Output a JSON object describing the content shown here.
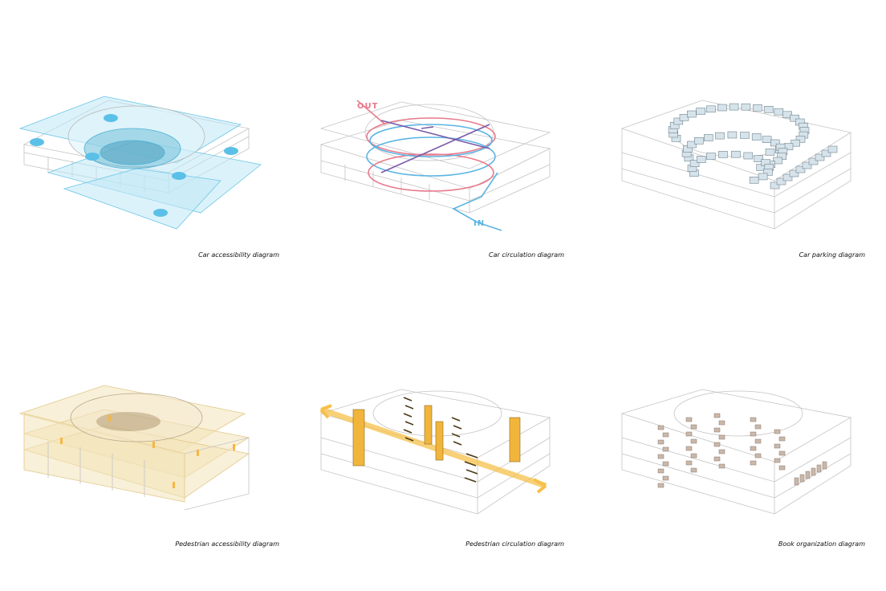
{
  "panels": [
    {
      "id": "car-accessibility",
      "caption": "Car accessibility diagram",
      "accent": "#5bc0e8"
    },
    {
      "id": "car-circulation",
      "caption": "Car circulation diagram",
      "accent_in": "#5bb4e4",
      "accent_out": "#e8798a",
      "accent_ramp": "#7a5ba8",
      "label_out": "OUT",
      "label_in": "IN"
    },
    {
      "id": "car-parking",
      "caption": "Car parking diagram",
      "accent": "#9ab8c8"
    },
    {
      "id": "pedestrian-accessibility",
      "caption": "Pedestrian accessibility diagram",
      "accent": "#f0d9a0"
    },
    {
      "id": "pedestrian-circulation",
      "caption": "Pedestrian circulation diagram",
      "accent": "#f6c04a"
    },
    {
      "id": "book-organization",
      "caption": "Book organization diagram",
      "accent": "#b09a8a"
    }
  ],
  "colors": {
    "line": "#c4c4c4",
    "line_dark": "#9a9a9a",
    "background": "#ffffff"
  }
}
